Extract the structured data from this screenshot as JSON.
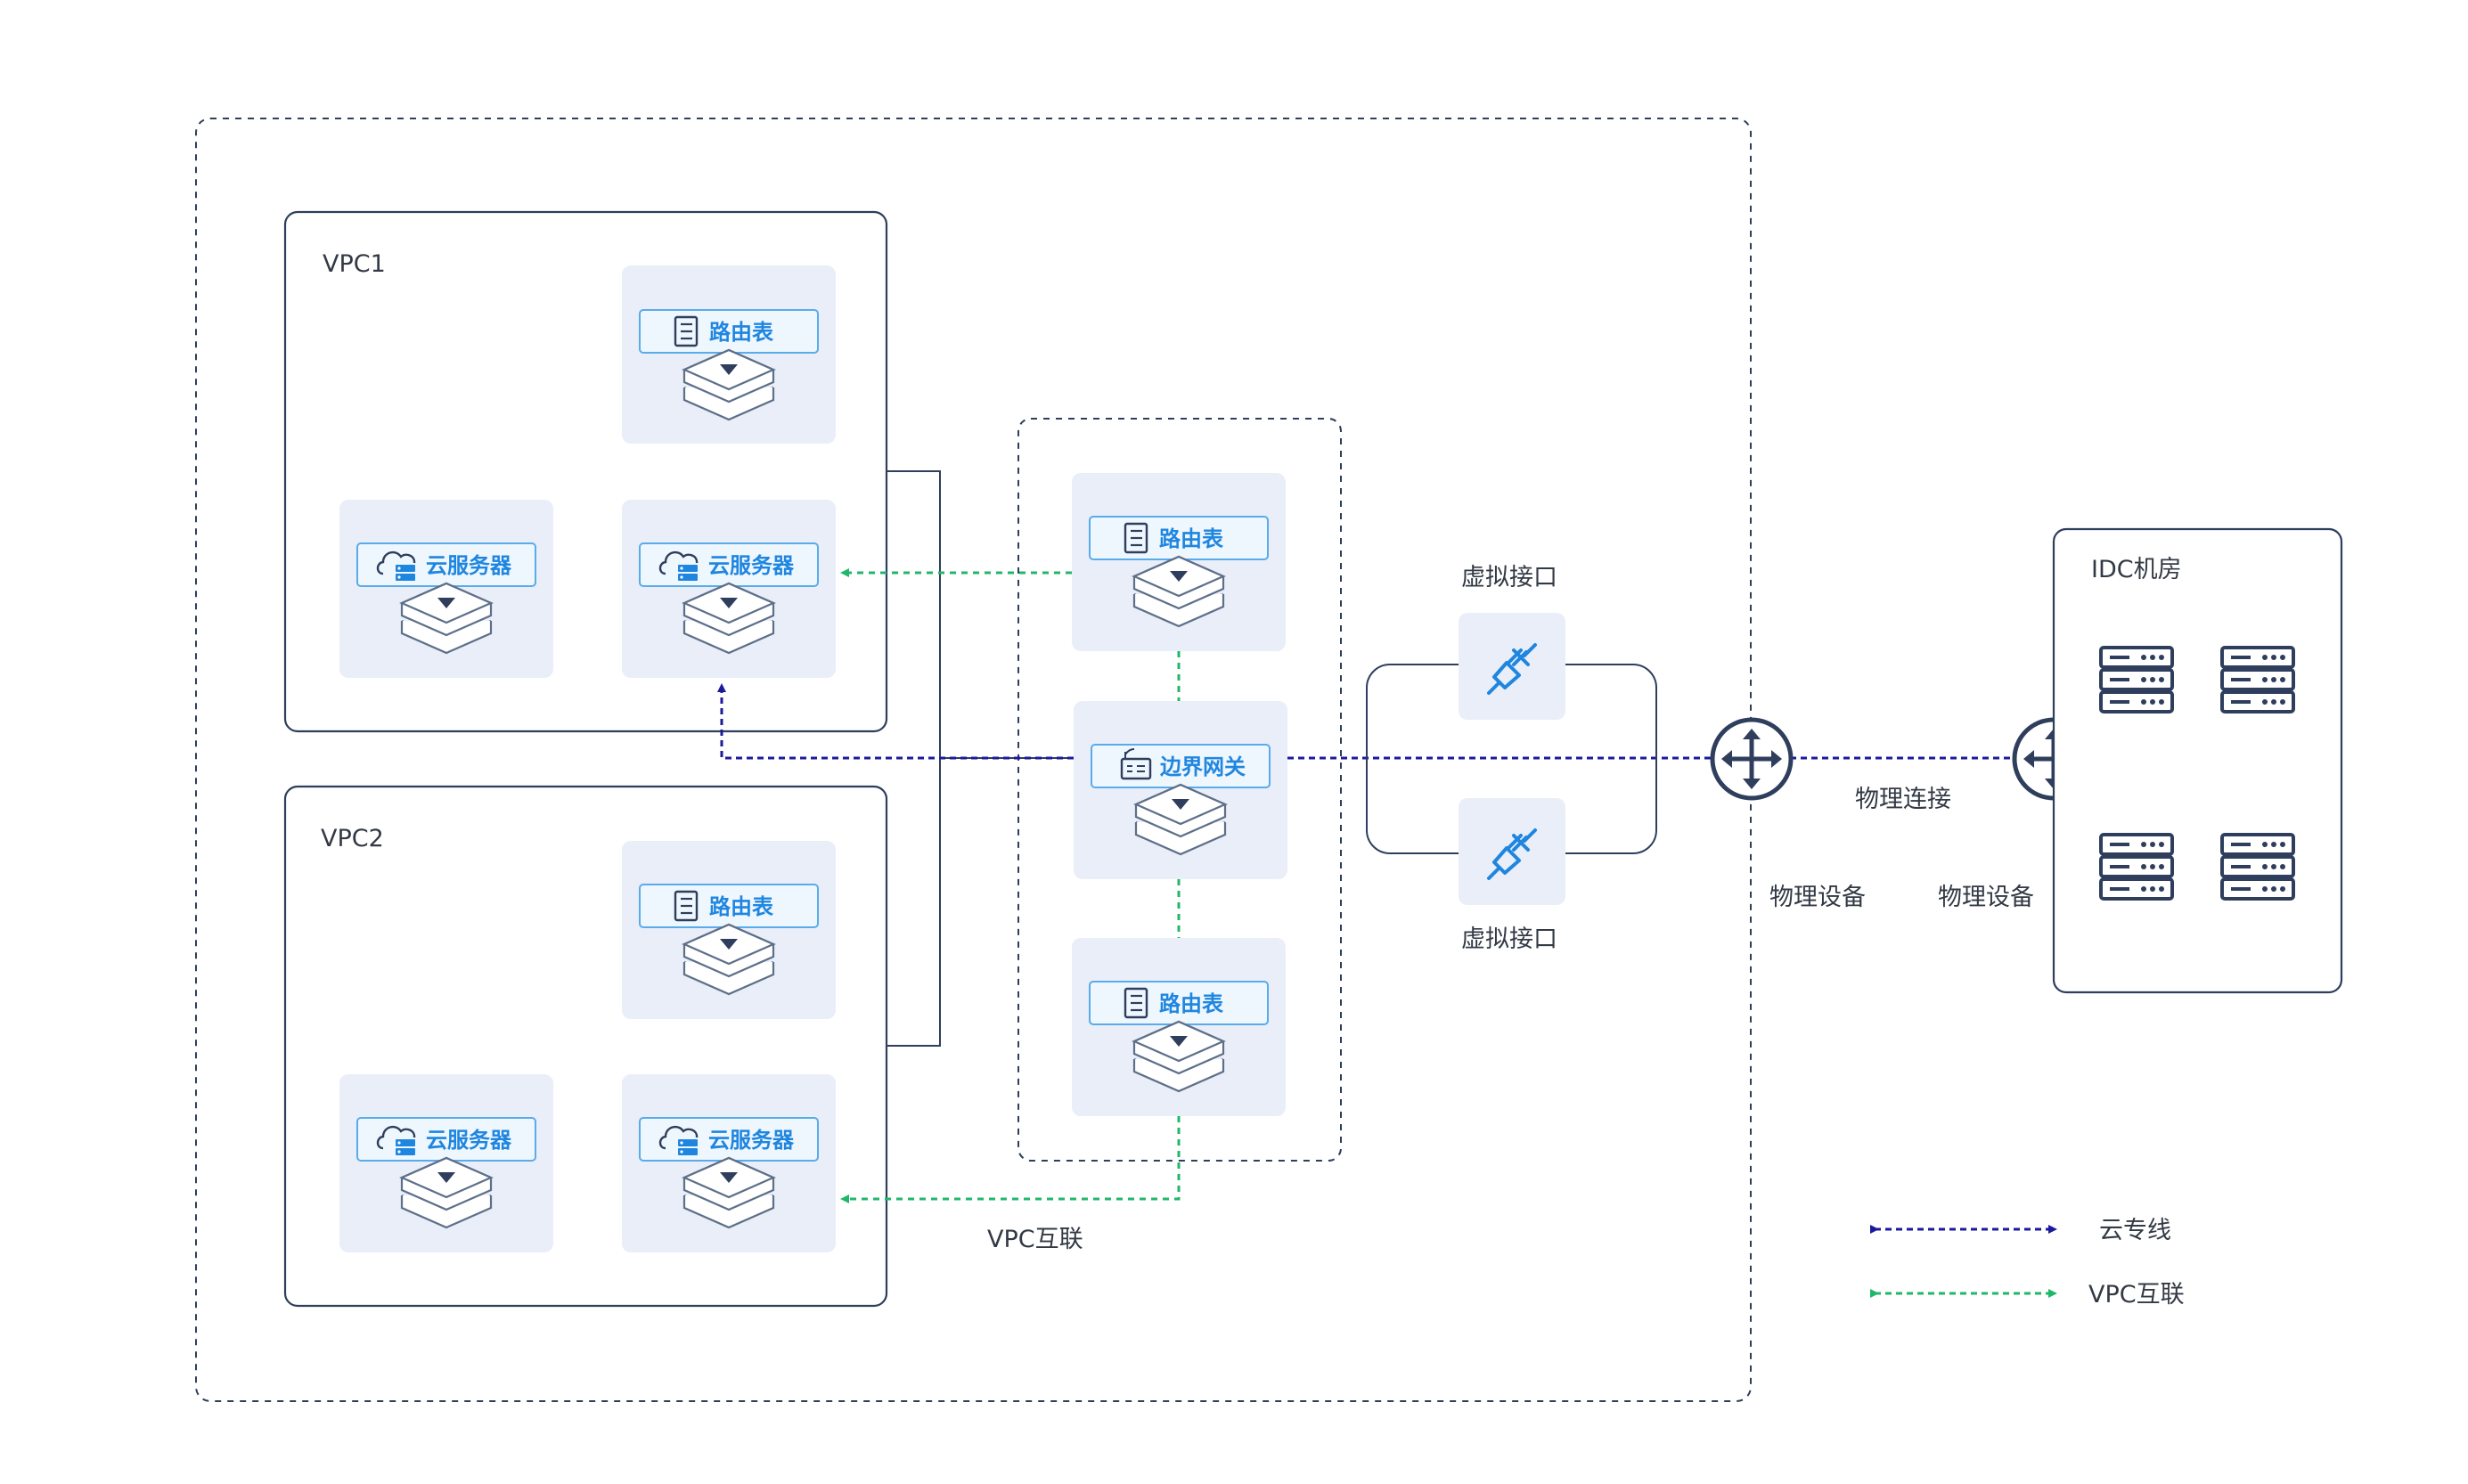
{
  "labels": {
    "vpc1": "VPC1",
    "vpc2": "VPC2",
    "idc": "IDC机房",
    "virtual_interface_top": "虚拟接口",
    "virtual_interface_bottom": "虚拟接口",
    "physical_connection": "物理连接",
    "physical_device_left": "物理设备",
    "physical_device_right": "物理设备",
    "vpc_peering_caption": "VPC互联"
  },
  "chips": {
    "route_table": "路由表",
    "cloud_server": "云服务器",
    "border_gateway": "边界网关"
  },
  "legend": {
    "items": [
      {
        "label": "云专线",
        "color": "#1c1a9c"
      },
      {
        "label": "VPC互联",
        "color": "#1fb86a"
      }
    ]
  },
  "colors": {
    "direct_connect": "#1c1a9c",
    "vpc_peering": "#1fb86a",
    "frame": "#2e3e5c",
    "node_bg": "#e9eef8",
    "chip_border": "#5aabea",
    "chip_text": "#1f86e0"
  },
  "icons": {
    "route_table": "list-icon",
    "cloud_server": "cloud-server-icon",
    "border_gateway": "gateway-icon",
    "layers": "layers-icon",
    "plug": "plug-icon",
    "router": "router-icon",
    "rack_server": "server-rack-icon"
  }
}
